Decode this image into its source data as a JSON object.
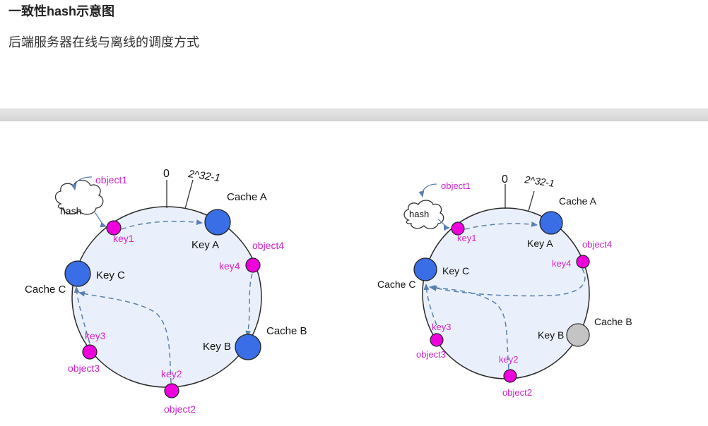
{
  "heading": {
    "title": "一致性hash示意图",
    "subtitle": "后端服务器在线与离线的调度方式"
  },
  "diagram_left": {
    "zero": "0",
    "max": "2^32-1",
    "hash": "hash",
    "object1": "object1",
    "key1": "key1",
    "cache_a": "Cache A",
    "key_a": "Key A",
    "object4": "object4",
    "key4": "key4",
    "cache_b": "Cache B",
    "key_b": "Key B",
    "cache_c": "Cache C",
    "key_c": "Key C",
    "key3": "key3",
    "object3": "object3",
    "key2": "key2",
    "object2": "object2"
  },
  "diagram_right": {
    "zero": "0",
    "max": "2^32-1",
    "hash": "hash",
    "object1": "object1",
    "key1": "key1",
    "cache_a": "Cache A",
    "key_a": "Key A",
    "object4": "object4",
    "key4": "key4",
    "cache_b": "Cache B",
    "key_b": "Key B",
    "cache_c": "Cache C",
    "key_c": "Key C",
    "key3": "key3",
    "object3": "object3",
    "key2": "key2",
    "object2": "object2"
  },
  "colors": {
    "ring_fill": "#eaf0fb",
    "cache_blue": "#3a6ee6",
    "cache_offline": "#c4c4c4",
    "key_magenta": "#ee00dd",
    "label_magenta": "#dd22cc",
    "arrow": "#5a80b0"
  }
}
